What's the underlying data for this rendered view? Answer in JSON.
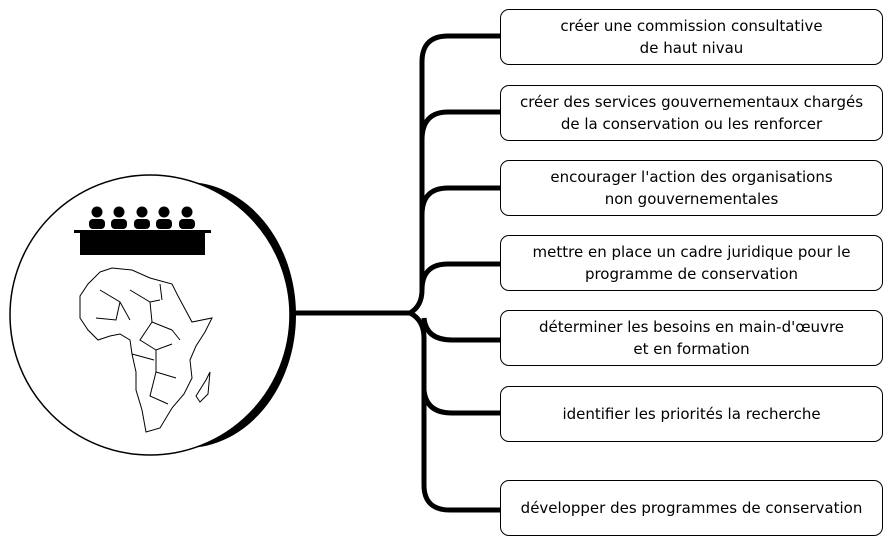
{
  "diagram": {
    "center_icon": {
      "elements": [
        "council-table-icon",
        "africa-map-icon"
      ],
      "people_count": 5
    },
    "branches": [
      {
        "text": "créer une commission consultative\nde haut nivau"
      },
      {
        "text": "créer des services gouvernementaux chargés\nde la conservation ou les renforcer"
      },
      {
        "text": "encourager l'action des organisations\nnon gouvernementales"
      },
      {
        "text": "mettre en place un cadre juridique pour le\nprogramme de conservation"
      },
      {
        "text": "déterminer les besoins en main-d'œuvre\net en formation"
      },
      {
        "text": "identifier les priorités la recherche"
      },
      {
        "text": "développer des programmes de conservation"
      }
    ],
    "colors": {
      "line": "#000000",
      "background": "#ffffff"
    }
  }
}
